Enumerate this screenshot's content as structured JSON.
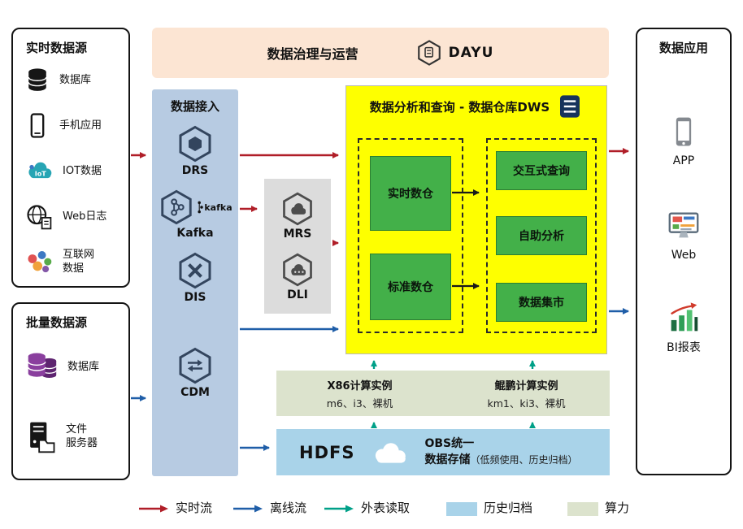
{
  "banner": {
    "title": "数据治理与运营",
    "logo_text": "DAYU"
  },
  "realtime_sources": {
    "title": "实时数据源",
    "items": [
      {
        "icon": "database-icon",
        "label": "数据库"
      },
      {
        "icon": "mobile-app-icon",
        "label": "手机应用"
      },
      {
        "icon": "iot-icon",
        "label": "IOT数据"
      },
      {
        "icon": "web-log-icon",
        "label": "Web日志"
      },
      {
        "icon": "internet-data-icon",
        "label": "互联网\n数据"
      }
    ]
  },
  "batch_sources": {
    "title": "批量数据源",
    "items": [
      {
        "icon": "database-purple-icon",
        "label": "数据库"
      },
      {
        "icon": "file-server-icon",
        "label": "文件\n服务器"
      }
    ]
  },
  "ingestion": {
    "title": "数据接入",
    "items": [
      {
        "icon": "drs-icon",
        "label": "DRS"
      },
      {
        "icon": "kafka-icon",
        "label": "Kafka",
        "logo": "kafka"
      },
      {
        "icon": "dis-icon",
        "label": "DIS"
      },
      {
        "icon": "cdm-icon",
        "label": "CDM"
      }
    ]
  },
  "processing": {
    "items": [
      {
        "icon": "mrs-icon",
        "label": "MRS"
      },
      {
        "icon": "dli-icon",
        "label": "DLI"
      }
    ]
  },
  "dws": {
    "title": "数据分析和查询 - 数据仓库DWS",
    "warehouses": [
      {
        "label": "实时数仓"
      },
      {
        "label": "标准数仓"
      }
    ],
    "services": [
      {
        "label": "交互式查询"
      },
      {
        "label": "自助分析"
      },
      {
        "label": "数据集市"
      }
    ]
  },
  "compute": {
    "x86": {
      "title": "X86计算实例",
      "spec": "m6、i3、裸机"
    },
    "kunpeng": {
      "title": "鲲鹏计算实例",
      "spec": "km1、ki3、裸机"
    }
  },
  "storage": {
    "hdfs": "HDFS",
    "obs_line1": "OBS统一",
    "obs_line2": "数据存储",
    "obs_note": "（低频使用、历史归档）"
  },
  "applications": {
    "title": "数据应用",
    "items": [
      {
        "icon": "app-icon",
        "label": "APP"
      },
      {
        "icon": "web-icon",
        "label": "Web"
      },
      {
        "icon": "bi-report-icon",
        "label": "BI报表"
      }
    ]
  },
  "legend": {
    "realtime": "实时流",
    "offline": "离线流",
    "external": "外表读取",
    "archive": "历史归档",
    "compute": "算力"
  },
  "colors": {
    "realtime_flow": "#b01e28",
    "offline_flow": "#1f5ea8",
    "external_read": "#00a088",
    "archive_bg": "#a9d3e9",
    "compute_bg": "#dce3cd",
    "dws_bg": "#feff00",
    "ingestion_bg": "#b7cbe2",
    "banner_bg": "#fce5d3",
    "green_box": "#43b049"
  }
}
